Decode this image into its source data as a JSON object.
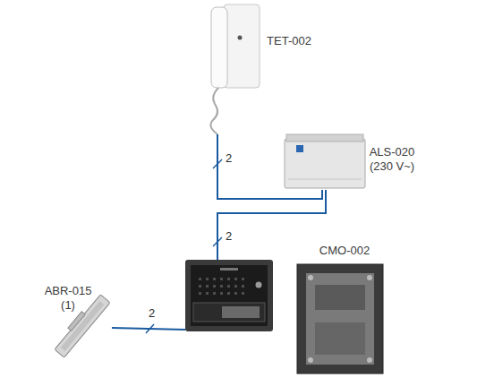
{
  "diagram": {
    "nodes": [
      {
        "text": [
          "TET-002"
        ]
      },
      {
        "text": [
          "ALS-020 (230 V~)"
        ]
      },
      {
        "text": []
      },
      {
        "text": [
          "ABR-015 (1)"
        ]
      },
      {
        "text": [
          "CMO-002"
        ]
      }
    ],
    "edges": [
      {
        "from": 0,
        "to": 1,
        "arrow": "none",
        "label": "2"
      },
      {
        "from": 1,
        "to": 2,
        "arrow": "none",
        "label": "2"
      },
      {
        "from": 3,
        "to": 2,
        "arrow": "none",
        "label": "2"
      }
    ]
  }
}
